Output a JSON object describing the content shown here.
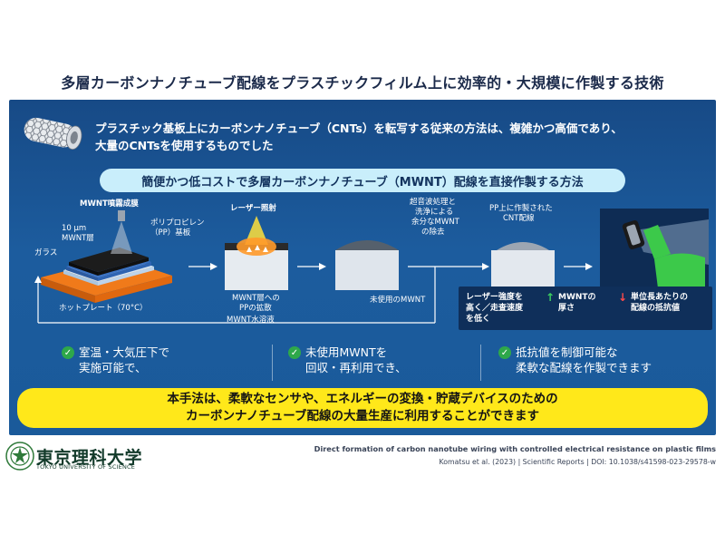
{
  "header": {
    "title": "多層カーボンナノチューブ配線をプラスチックフィルム上に効率的・大規模に作製する技術"
  },
  "intro": {
    "line1": "プラスチック基板上にカーボンナノチューブ（CNTs）を転写する従来の方法は、複雑かつ高価であり、",
    "line2": "大量のCNTsを使用するものでした"
  },
  "method": {
    "banner": "簡便かつ低コストで多層カーボンナノチューブ（MWNT）配線を直接作製する方法"
  },
  "diagram": {
    "spray_label": "MWNT噴霧成膜",
    "layer_label_1": "10 µm",
    "layer_label_2": "MWNT層",
    "pp_label_1": "ポリプロピレン",
    "pp_label_2": "（PP）基板",
    "glass_label": "ガラス",
    "hotplate_label": "ホットプレート（70°C）",
    "laser_label": "レーザー照射",
    "diffusion_label_1": "MWNT層への",
    "diffusion_label_2": "PPの拡散",
    "ultrasonic_1": "超音波処理と",
    "ultrasonic_2": "洗浄による",
    "ultrasonic_3": "余分なMWNT",
    "ultrasonic_4": "の除去",
    "result_1": "PP上に作製された",
    "result_2": "CNT配線",
    "unused_label": "未使用のMWNT",
    "recycle_label": "MWNT水溶液"
  },
  "legend": {
    "cond_1": "レーザー強度を",
    "cond_2": "高く／走査速度",
    "cond_3": "を低く",
    "thick_1": "MWNTの",
    "thick_2": "厚さ",
    "res_1": "単位長あたりの",
    "res_2": "配線の抵抗値"
  },
  "benefits": [
    {
      "line1": "室温・大気圧下で",
      "line2": "実施可能で、"
    },
    {
      "line1": "未使用MWNTを",
      "line2": "回収・再利用でき、"
    },
    {
      "line1": "抵抗値を制御可能な",
      "line2": "柔軟な配線を作製できます"
    }
  ],
  "conclusion": {
    "line1": "本手法は、柔軟なセンサや、エネルギーの変換・貯蔵デバイスのための",
    "line2": "カーボンナノチューブ配線の大量生産に利用することができます"
  },
  "footer": {
    "university_ja": "東京理科大学",
    "university_en": "TOKYO UNIVERSITY OF SCIENCE",
    "paper_title": "Direct formation of carbon nanotube wiring with controlled electrical resistance on plastic films",
    "citation": "Komatsu et al. (2023)  |  Scientific Reports  |  DOI: 10.1038/s41598-023-29578-w"
  },
  "colors": {
    "panel_blue": "#1a5a9a",
    "banner_cyan": "#c9eefb",
    "conclusion_yellow": "#ffe81a",
    "check_green": "#2ea84a",
    "hotplate_orange": "#f07a1a",
    "glove_green": "#3cc94a"
  }
}
